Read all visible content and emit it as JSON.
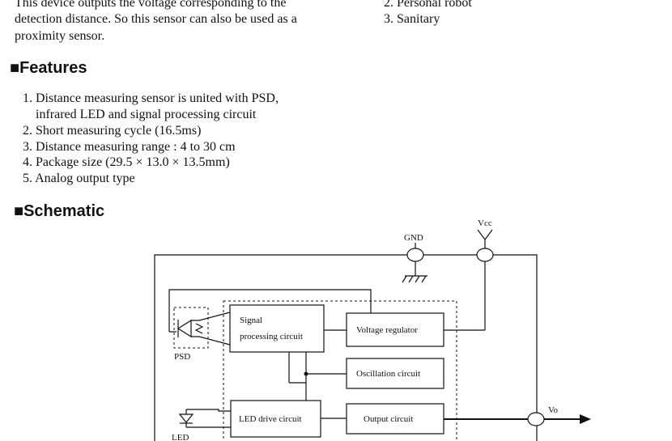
{
  "intro": {
    "lines": [
      "This device outputs the voltage corresponding to the",
      "detection distance. So this sensor can also be used as a",
      "proximity sensor."
    ]
  },
  "applications": {
    "items": [
      "2. Personal robot",
      "3. Sanitary"
    ]
  },
  "features": {
    "heading": "■Features",
    "items": [
      "1. Distance measuring sensor is united with PSD,",
      "infrared LED and signal processing circuit",
      "2. Short measuring cycle (16.5ms)",
      "3. Distance measuring range : 4 to 30 cm",
      "4. Package size (29.5 × 13.0 × 13.5mm)",
      "5. Analog output type"
    ]
  },
  "schematic": {
    "heading": "■Schematic",
    "labels": {
      "vcc": "Vcc",
      "gnd": "GND",
      "psd": "PSD",
      "led": "LED",
      "vo": "Vo",
      "signal_line1": "Signal",
      "signal_line2": "processing  circuit",
      "voltage_regulator": "Voltage regulator",
      "oscillation": "Oscillation circuit",
      "led_drive": "LED drive circuit",
      "output": "Output circuit"
    }
  }
}
